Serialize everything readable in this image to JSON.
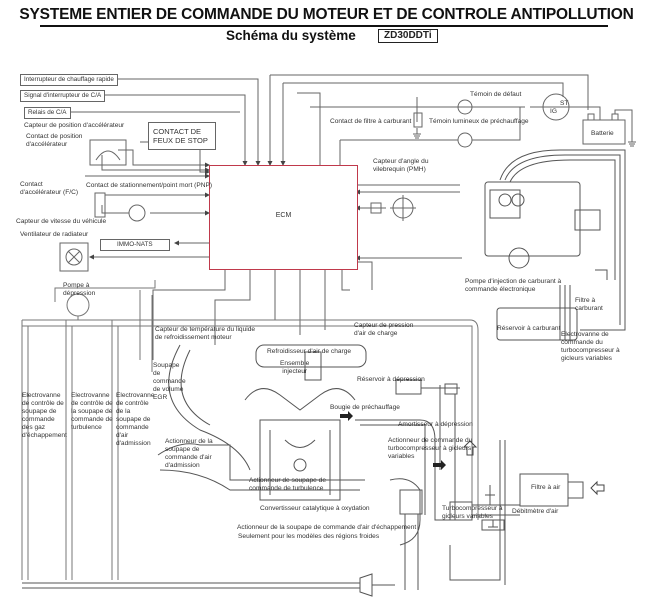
{
  "header": {
    "title": "SYSTEME ENTIER DE COMMANDE DU MOTEUR ET  DE CONTROLE ANTIPOLLUTION",
    "subtitle": "Schéma du système",
    "model": "ZD30DDTi"
  },
  "colors": {
    "ecm_border": "#c0394b",
    "line": "#666666",
    "text": "#222222"
  },
  "ecm": {
    "label": "ECM"
  },
  "left_inputs": {
    "rapid_warmup_switch": "Interrupteur de chauffage rapide",
    "ac_switch_signal": "Signal d'interrupteur de C/A",
    "ac_relay": "Relais de C/A",
    "accel_position_sensor": "Capteur de position d'accélérateur",
    "accel_position_switch": "Contact de position\nd'accélérateur",
    "accel_switch_fc": "Contact\nd'accélérateur (F/C)",
    "pnp_switch": "Contact de stationnement/point mort (PNP)",
    "vehicle_speed_sensor": "Capteur de vitesse du véhicule",
    "radiator_fan": "Ventilateur de radiateur",
    "immo_nats": "IMMO-NATS",
    "stop_lamp_switch": "CONTACT DE\nFEUX DE STOP"
  },
  "right_top": {
    "fault_lamp": "Témoin de défaut",
    "fuel_filter_switch": "Contact de filtre à carburant",
    "glow_lamp": "Témoin lumineux de préchauffage",
    "ignition_st": "ST",
    "ignition_ig": "IG",
    "battery": "Batterie",
    "crank_angle_sensor": "Capteur d'angle du\nvilebrequin (PMH)",
    "injection_pump": "Pompe d'injection de carburant à\ncommande électronique",
    "fuel_filter": "Filtre à\ncarburant",
    "fuel_tank": "Réservoir à carburant",
    "turbo_solenoid": "Electrovanne de\ncommande du\nturbocompresseur à\ngicleurs variables"
  },
  "engine_area": {
    "vacuum_pump": "Pompe à\ndépression",
    "solenoid_exhaust": "Electrovanne\nde contrôle de\nsoupape de\ncommande\ndes gaz\nd'échappement",
    "solenoid_swirl": "Electrovanne\nde contrôle de\nla soupape de\ncommande de\nturbulence",
    "solenoid_intake": "Electrovanne\nde contrôle\nde la\nsoupape de\ncommande\nd'air\nd'admission",
    "egr_valve": "Soupape\nde\ncommande\nde volume\nEGR",
    "coolant_temp_sensor": "Capteur de température du liquide\nde refroidissement moteur",
    "boost_pressure_sensor": "Capteur de pression\nd'air de charge",
    "intercooler": "Refroidisseur d'air de charge",
    "injector_assembly": "Ensemble\ninjecteur",
    "vacuum_tank": "Réservoir à dépression",
    "glow_plug": "Bougie de préchauffage",
    "vacuum_damper": "Amortisseur à dépression",
    "turbo_actuator": "Actionneur de commande du\nturbocompresseur à gicleurs\nvariables",
    "intake_valve_actuator": "Actionneur de la\nsoupape de\ncommande d'air\nd'admission",
    "swirl_valve_actuator": "Actionneur de soupape de\ncommande de turbulence",
    "air_cleaner": "Filtre à air",
    "mass_air_flow": "Débitmètre d'air",
    "turbocharger": "Turbocompresseur à\ngicleurs variables",
    "catalytic_converter": "Convertisseur catalytique à oxydation",
    "exhaust_valve_actuator": "Actionneur de la soupape de commande d'air d'échappement",
    "cold_region_note": "Seulement pour les modèles des régions froides"
  }
}
